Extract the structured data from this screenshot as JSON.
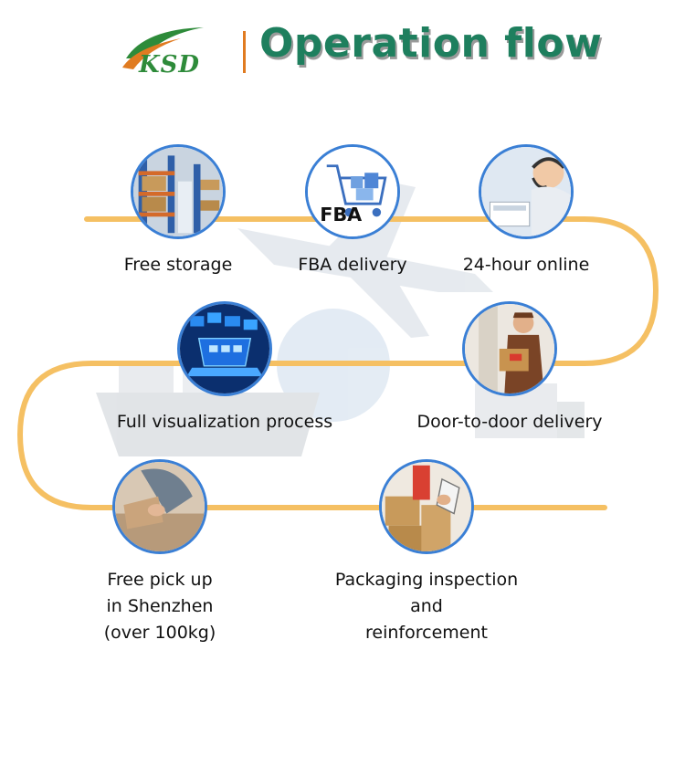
{
  "header": {
    "logo_text": "KSD",
    "title": "Operation flow"
  },
  "colors": {
    "path": "#f5c063",
    "circle_border": "#3a7fd5",
    "title": "#1e7f5e",
    "logo": "#2e8b3a",
    "divider": "#e07b21"
  },
  "steps": [
    {
      "label": "Free storage",
      "icon": "warehouse-shelves-icon"
    },
    {
      "label": "FBA delivery",
      "icon": "shopping-cart-icon",
      "badge": "FBA"
    },
    {
      "label": "24-hour online",
      "icon": "headset-support-icon"
    },
    {
      "label": "Full visualization process",
      "icon": "laptop-dashboard-icon"
    },
    {
      "label": "Door-to-door delivery",
      "icon": "courier-box-icon"
    },
    {
      "label": "Free pick up\nin Shenzhen\n(over 100kg)",
      "label_lines": [
        "Free pick up",
        "in Shenzhen",
        "(over 100kg)"
      ],
      "icon": "hands-boxes-icon"
    },
    {
      "label": "Packaging inspection\nand\nreinforcement",
      "label_lines": [
        "Packaging inspection",
        "and",
        "reinforcement"
      ],
      "icon": "clipboard-boxes-icon"
    }
  ]
}
